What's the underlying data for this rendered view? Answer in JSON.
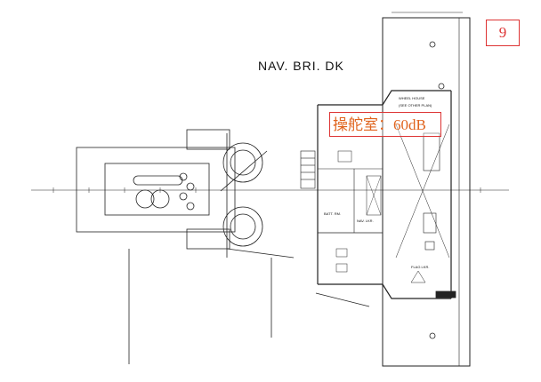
{
  "drawing": {
    "deck_title": "NAV. BRI. DK",
    "page_number": "9",
    "noise_annotation": "操舵室：60dB",
    "rooms": {
      "wheel_house": "WHEEL HOUSE",
      "wheel_house_note": "(SEE OTHER PLAN)",
      "battery_room": "BATT. RM.",
      "nav_locker": "NAV. LKR.",
      "flag_locker": "FLAG LKR."
    },
    "colors": {
      "annotation_border": "#dd3333",
      "annotation_text": "#e0641e"
    }
  }
}
